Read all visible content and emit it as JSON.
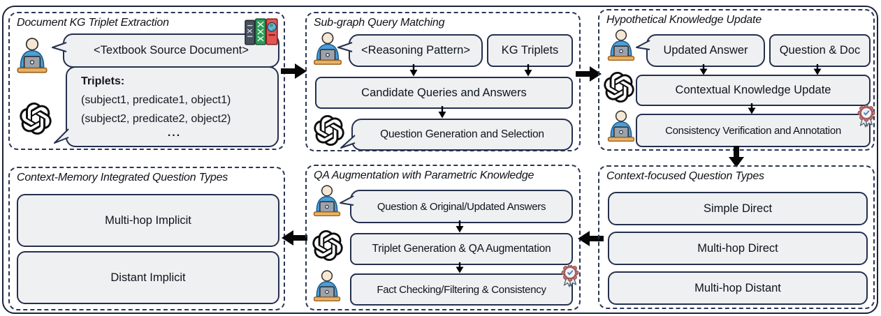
{
  "colors": {
    "panel_border": "#2a3553",
    "outer_border": "#1b2438",
    "box_fill": "#eef0f2",
    "box_border": "#25304e",
    "arrow_black": "#070707",
    "person_shirt": "#4c9fd6",
    "desk_tan": "#e9b269",
    "badge_ring": "#c27878",
    "book_green": "#2e9e57",
    "book_red": "#e25555",
    "book_gray": "#47525e"
  },
  "icons": {
    "person_laptop": "person-at-laptop-icon",
    "gpt": "openai-gpt-icon",
    "books": "textbook-stack-icon",
    "badge": "verified-rosette-icon",
    "arrow": "block-arrow-icon"
  },
  "panels": {
    "p1": {
      "title": "Document KG Triplet Extraction",
      "source_doc": "<Textbook Source Document>",
      "triplets_label": "Triplets:",
      "triplet1": "(subject1, predicate1, object1)",
      "triplet2": "(subject2, predicate2, object2)",
      "ellipsis": "..."
    },
    "p2": {
      "title": "Sub-graph Query Matching",
      "reasoning_pattern": "<Reasoning Pattern>",
      "kg_triplets": "KG Triplets",
      "candidate": "Candidate Queries and Answers",
      "question_gen": "Question Generation and Selection"
    },
    "p3": {
      "title": "Hypothetical Knowledge Update",
      "updated_answer": "Updated Answer",
      "question_doc": "Question & Doc",
      "contextual_update": "Contextual Knowledge Update",
      "consistency": "Consistency Verification and Annotation"
    },
    "p4": {
      "title": "Context-Memory Integrated Question Types",
      "items": [
        "Multi-hop Implicit",
        "Distant Implicit"
      ]
    },
    "p5": {
      "title": "QA Augmentation with Parametric Knowledge",
      "input": "Question & Original/Updated Answers",
      "triplet_gen": "Triplet Generation & QA Augmentation",
      "fact_check": "Fact Checking/Filtering & Consistency"
    },
    "p6": {
      "title": "Context-focused Question Types",
      "items": [
        "Simple Direct",
        "Multi-hop Direct",
        "Multi-hop Distant"
      ]
    }
  }
}
